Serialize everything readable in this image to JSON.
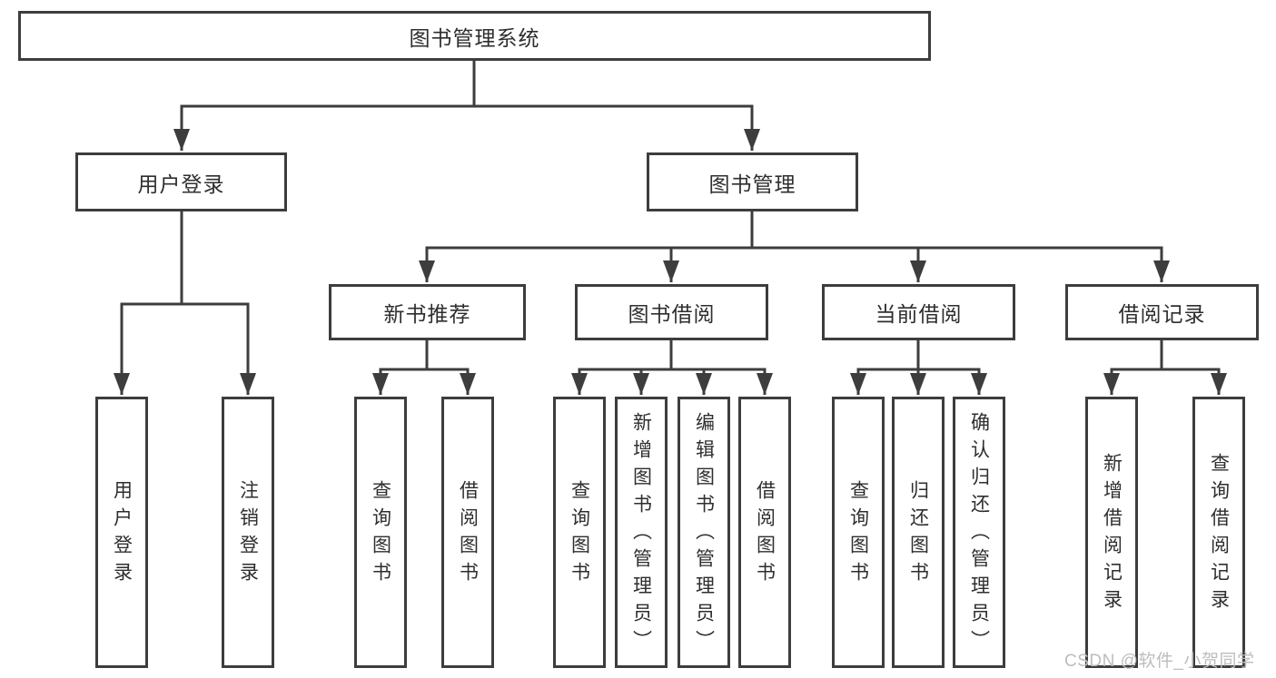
{
  "colors": {
    "line": "#3d3d3d",
    "box_border": "#3d3d3d",
    "text": "#2e2e2e",
    "background": "#ffffff",
    "watermark": "#bdbdbd"
  },
  "tree": {
    "root": {
      "label": "图书管理系统"
    },
    "branches": [
      {
        "label": "用户登录",
        "children": [
          {
            "label": "用户登录"
          },
          {
            "label": "注销登录"
          }
        ]
      },
      {
        "label": "图书管理",
        "groups": [
          {
            "label": "新书推荐",
            "children": [
              {
                "label": "查询图书"
              },
              {
                "label": "借阅图书"
              }
            ]
          },
          {
            "label": "图书借阅",
            "children": [
              {
                "label": "查询图书"
              },
              {
                "label": "新增图书（管理员）"
              },
              {
                "label": "编辑图书（管理员）"
              },
              {
                "label": "借阅图书"
              }
            ]
          },
          {
            "label": "当前借阅",
            "children": [
              {
                "label": "查询图书"
              },
              {
                "label": "归还图书"
              },
              {
                "label": "确认归还（管理员）"
              }
            ]
          },
          {
            "label": "借阅记录",
            "children": [
              {
                "label": "新增借阅记录"
              },
              {
                "label": "查询借阅记录"
              }
            ]
          }
        ]
      }
    ]
  },
  "watermark": {
    "text": "CSDN @软件_小贺同学"
  }
}
